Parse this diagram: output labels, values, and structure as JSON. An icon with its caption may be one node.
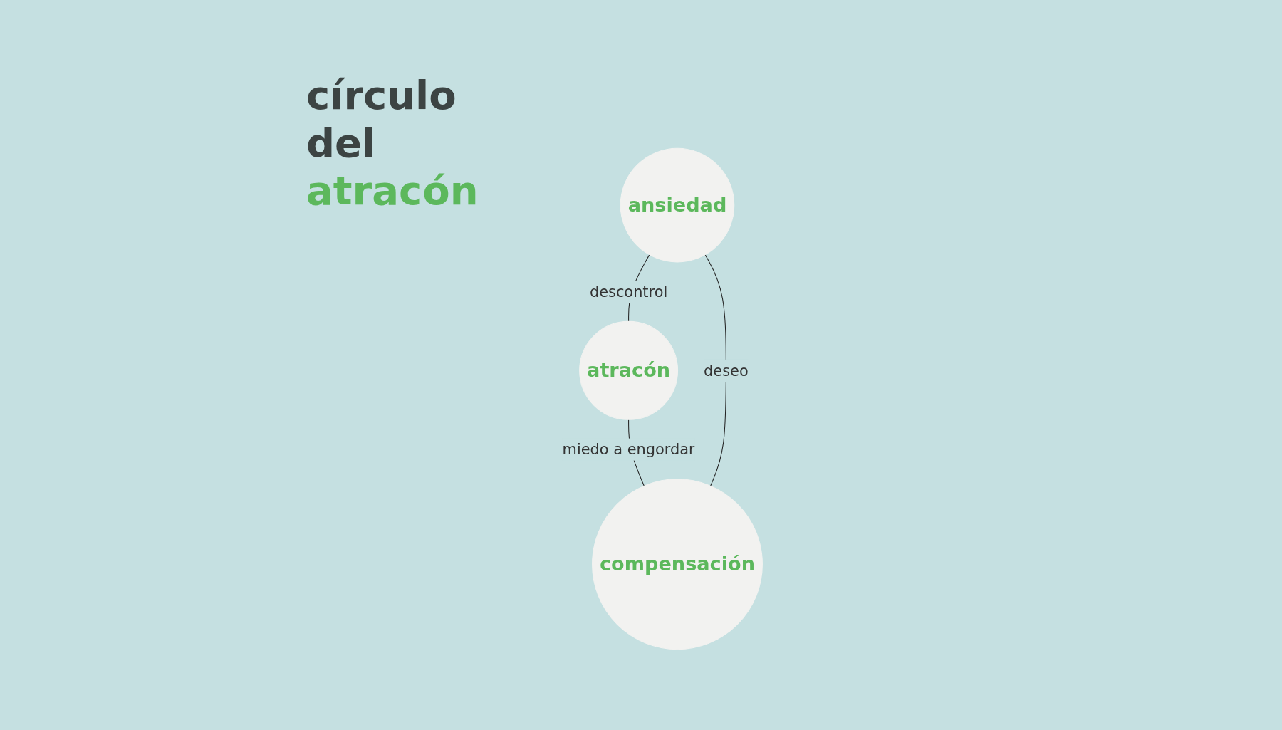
{
  "diagram": {
    "title": "círculo del atracón",
    "nodes": [
      {
        "text": [
          "ansiedad"
        ]
      },
      {
        "text": [
          "atracón"
        ]
      },
      {
        "text": [
          "compensación"
        ]
      }
    ],
    "edges": [
      {
        "from": 0,
        "to": 1,
        "arrow": "none",
        "label": "descontrol"
      },
      {
        "from": 1,
        "to": 2,
        "arrow": "none",
        "label": "miedo a engordar"
      },
      {
        "from": 2,
        "to": 0,
        "arrow": "none",
        "label": "deseo"
      }
    ]
  }
}
